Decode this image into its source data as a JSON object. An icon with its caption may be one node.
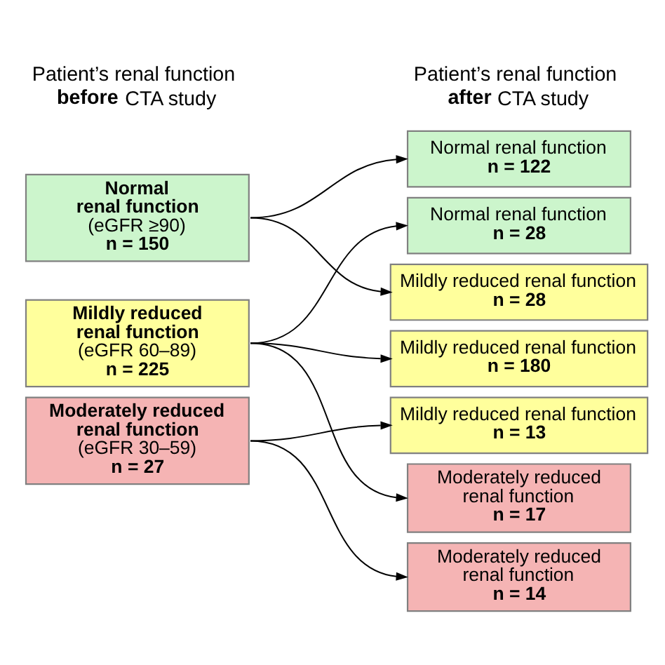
{
  "diagram": {
    "nodes": [
      {
        "text": [
          "Normal renal function",
          "(eGFR ≥90)",
          "n = 150"
        ]
      },
      {
        "text": [
          "Mildly reduced renal function",
          "(eGFR 60–89)",
          "n = 225"
        ]
      },
      {
        "text": [
          "Moderately reduced renal function",
          "(eGFR 30–59)",
          "n = 27"
        ]
      },
      {
        "text": [
          "Normal renal function",
          "n = 122"
        ]
      },
      {
        "text": [
          "Normal renal function",
          "n = 28"
        ]
      },
      {
        "text": [
          "Mildly reduced renal function",
          "n = 28"
        ]
      },
      {
        "text": [
          "Mildly reduced renal function",
          "n = 180"
        ]
      },
      {
        "text": [
          "Mildly reduced renal function",
          "n = 13"
        ]
      },
      {
        "text": [
          "Moderately reduced renal function",
          "n = 17"
        ]
      },
      {
        "text": [
          "Moderately reduced renal function",
          "n = 14"
        ]
      }
    ],
    "edges": [
      {
        "from": 0,
        "to": 3,
        "arrow": "to"
      },
      {
        "from": 0,
        "to": 5,
        "arrow": "to"
      },
      {
        "from": 1,
        "to": 4,
        "arrow": "to"
      },
      {
        "from": 1,
        "to": 6,
        "arrow": "to"
      },
      {
        "from": 1,
        "to": 8,
        "arrow": "to"
      },
      {
        "from": 2,
        "to": 7,
        "arrow": "to"
      },
      {
        "from": 2,
        "to": 9,
        "arrow": "to"
      }
    ],
    "labels": [
      "Patient’s renal function **before** CTA study",
      "Patient’s renal function **after** CTA study"
    ]
  }
}
